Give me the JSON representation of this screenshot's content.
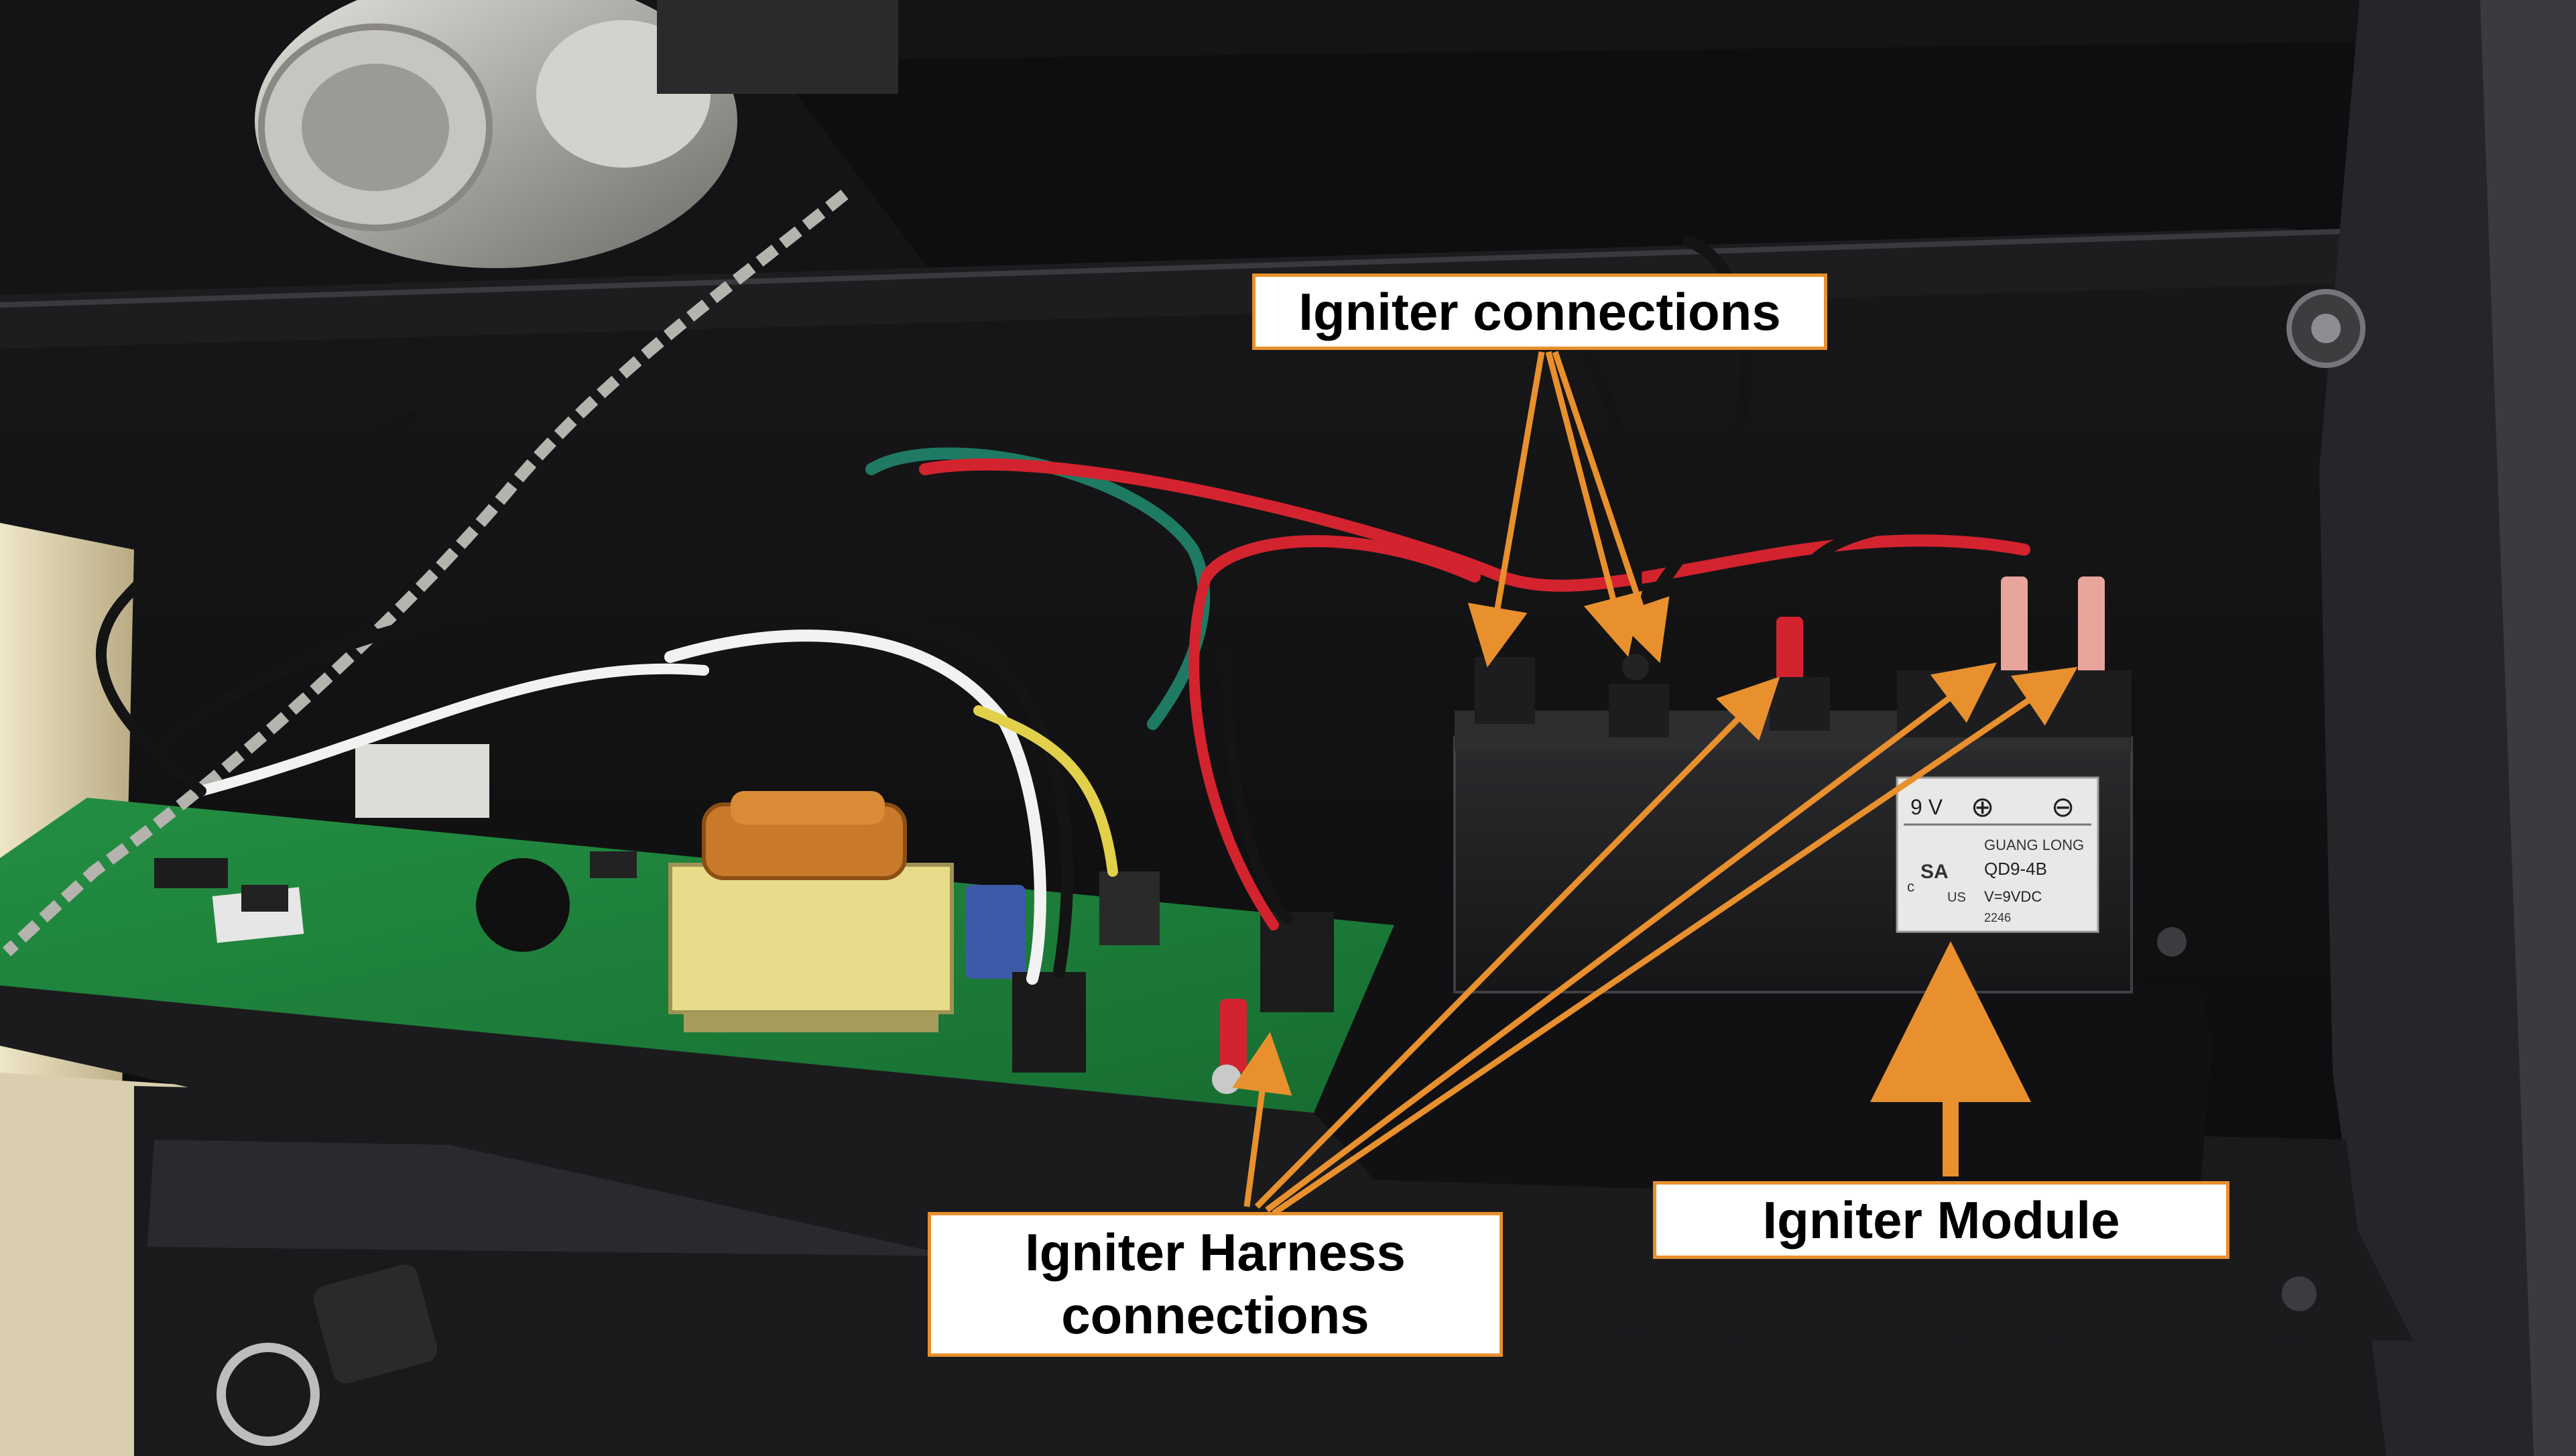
{
  "callouts": {
    "igniter_connections": "Igniter connections",
    "harness_line1": "Igniter Harness",
    "harness_line2": "connections",
    "igniter_module": "Igniter Module"
  },
  "module_label": {
    "voltage_tag": "9 V",
    "plus": "⊕",
    "minus": "⊖",
    "brand": "GUANG LONG",
    "model": "QD9-4B",
    "rating": "V=9VDC",
    "code": "2246",
    "cert_left": "c",
    "cert_mark": "SA",
    "cert_right": "US"
  },
  "colors": {
    "accent": "#e8902e",
    "wire_red": "#d3232f",
    "wire_green": "#1f7a63",
    "wire_black": "#141414",
    "wire_white": "#f2f2f2",
    "pcb_green": "#1f8a3a",
    "transformer_yellow": "#e8dc8a",
    "coil_copper": "#c8792a"
  }
}
